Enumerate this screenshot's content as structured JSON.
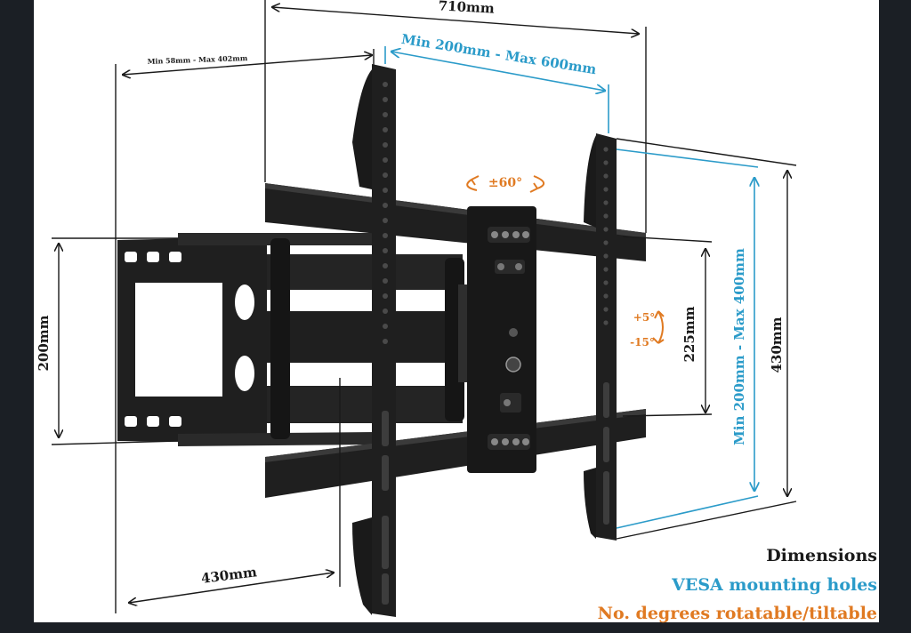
{
  "colors": {
    "frame": "#1b1f25",
    "background": "#ffffff",
    "metal": "#1f1f1f",
    "metal_hi": "#3a3a3a",
    "dimension": "#1a1a1a",
    "vesa": "#2b9bc9",
    "rotation": "#e07a22"
  },
  "dimensions": {
    "total_width": "710mm",
    "extension": "Min 58mm - Max 402mm",
    "vesa_horizontal": "Min 200mm - Max 600mm",
    "vesa_vertical": "Min 200mm - Max 400mm",
    "wall_plate_height": "200mm",
    "arm_height": "225mm",
    "bracket_height": "430mm",
    "wall_plate_width": "430mm"
  },
  "rotation": {
    "swivel": "±60°",
    "tilt_up": "+5°",
    "tilt_down": "-15°"
  },
  "legend": {
    "dimensions": "Dimensions",
    "vesa": "VESA mounting holes",
    "rotation": "No. degrees rotatable/tiltable"
  }
}
